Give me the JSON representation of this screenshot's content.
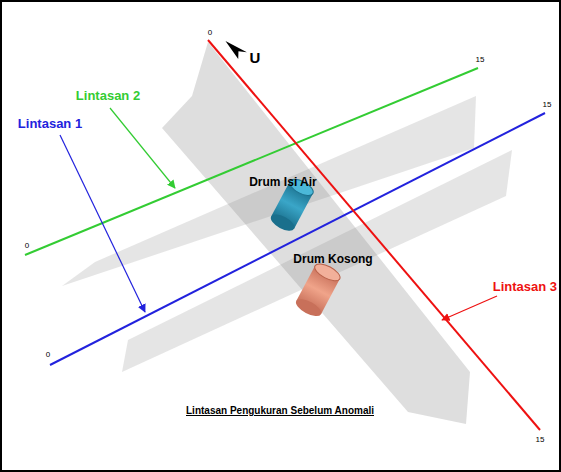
{
  "diagram": {
    "caption": "Lintasan Pengukuran Sebelum Anomali",
    "labels": [
      "U",
      "Lintasan 2",
      "Lintasan 1",
      "Lintasan 3",
      "Drum Isi Air",
      "Drum Kosong",
      "0",
      "15",
      "0",
      "15",
      "0",
      "15"
    ]
  }
}
